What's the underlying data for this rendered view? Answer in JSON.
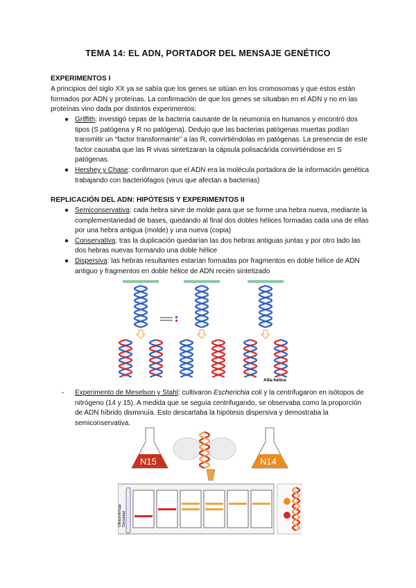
{
  "title": "TEMA 14: EL ADN, PORTADOR DEL MENSAJE GENÉTICO",
  "section1": {
    "heading": "EXPERIMENTOS I",
    "intro": "A principios del siglo XX ya se sabía que los genes se sitúan en los cromosomas y que estos están formados por ADN y proteínas. La confirmación de que los genes se situaban en el ADN y no en las proteínas vino dada por distintos experimentos:",
    "items": [
      {
        "term": "Griffith",
        "text": ": investigó cepas de la bacteria causante de la neumonía en humanos y encontró dos tipos (S patógena y R no patógena). Dedujo que las bacterias patógenas muertas podían transmitir un “factor transformante” a las R, convirtiéndolas en patógenas. La presencia de este factor causaba que las R vivas sintetizaran la cápsula polisacárida convirtiéndose en S patógenas."
      },
      {
        "term": "Hershey y Chase",
        "text": ": confirmaron que el ADN era la molécula portadora de la información genética trabajando con bacteriófagos (virus que afectan a bacterias)"
      }
    ]
  },
  "section2": {
    "heading": "REPLICACIÓN DEL ADN: HIPÓTESIS Y EXPERIMENTOS II",
    "items": [
      {
        "term": "Semiconservativa",
        "text": ": cada hebra sirve de molde para que se forme una hebra nueva, mediante la complementariedad de bases, quedando al final dos dobles hélices formadas cada una de ellas por una hebra antigua (molde) y una nueva (copia)"
      },
      {
        "term": "Conservativa",
        "text": ": tras la duplicación quedarían las dos hebras antiguas juntas y por otro lado las dos hebras nuevas formando una doble hélice"
      },
      {
        "term": "Dispersiva",
        "text": ": las hebras resultantes estarían formadas por fragmentos en doble hélice de ADN antiguo y fragmentos en doble hélice de ADN recién sintetizado"
      }
    ],
    "figure_label": "Alfa-hélice"
  },
  "meselson": {
    "term": "Experimento de Meselson y Stahl",
    "text_before": ": cultivaron ",
    "species": "Escherichia coli",
    "text_after": " y la centrifugaron en isótopos de nitrógeno (14 y 15). A medida que se seguía centrifugando, se observaba como la proporción de ADN híbrido disminuía. Esto descartaba la hipótesis dispersiva y demostraba la semiconservativa.",
    "flask_left": "N15",
    "flask_right": "N14",
    "axis_label": "Densidad",
    "side_label": "Ultracentrífuga"
  },
  "colors": {
    "strand_red": "#d9262a",
    "strand_blue": "#2b5fc7",
    "arrow_orange": "#f2a23a",
    "flask_red": "#c8321e",
    "flask_orange": "#ef8a1f"
  }
}
